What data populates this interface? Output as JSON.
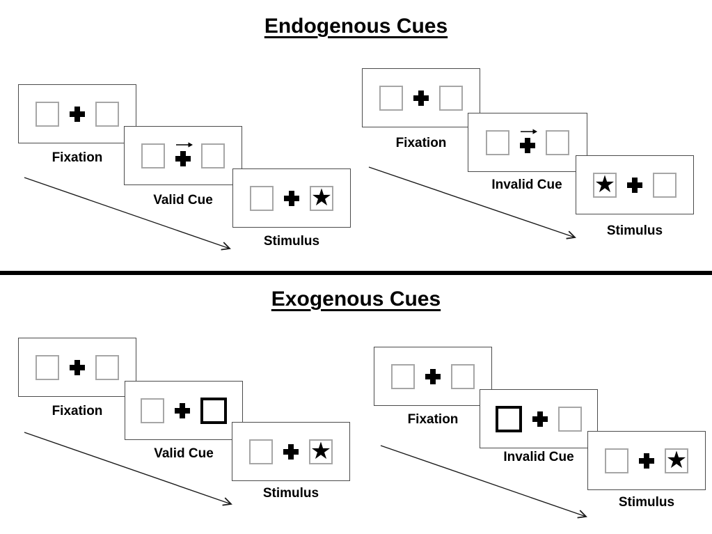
{
  "figure": {
    "background": "#ffffff",
    "divider_color": "#000000",
    "panel_border_color": "#4a4a4a",
    "placeholder_box_border_color": "#a6a6a6",
    "cue_box_border_color": "#000000",
    "text_color": "#000000"
  },
  "glyphs": {
    "star": "★"
  },
  "sections": [
    {
      "title": "Endogenous Cues",
      "groups": [
        {
          "name": "valid",
          "panels": [
            {
              "type": "fixation",
              "label": "Fixation"
            },
            {
              "type": "arrow-cue",
              "label": "Valid Cue",
              "cue_direction": "right"
            },
            {
              "type": "stimulus",
              "label": "Stimulus",
              "star_side": "right"
            }
          ]
        },
        {
          "name": "invalid",
          "panels": [
            {
              "type": "fixation",
              "label": "Fixation"
            },
            {
              "type": "arrow-cue",
              "label": "Invalid Cue",
              "cue_direction": "right"
            },
            {
              "type": "stimulus",
              "label": "Stimulus",
              "star_side": "left"
            }
          ]
        }
      ]
    },
    {
      "title": "Exogenous Cues",
      "groups": [
        {
          "name": "valid",
          "panels": [
            {
              "type": "fixation",
              "label": "Fixation"
            },
            {
              "type": "box-cue",
              "label": "Valid Cue",
              "cue_side": "right"
            },
            {
              "type": "stimulus",
              "label": "Stimulus",
              "star_side": "right"
            }
          ]
        },
        {
          "name": "invalid",
          "panels": [
            {
              "type": "fixation",
              "label": "Fixation"
            },
            {
              "type": "box-cue",
              "label": "Invalid Cue",
              "cue_side": "left"
            },
            {
              "type": "stimulus",
              "label": "Stimulus",
              "star_side": "right"
            }
          ]
        }
      ]
    }
  ]
}
